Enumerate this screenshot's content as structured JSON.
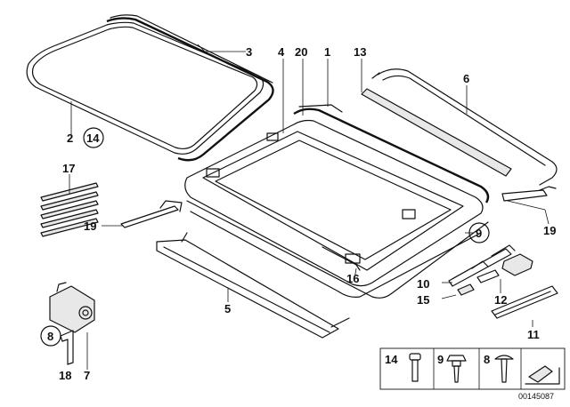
{
  "callouts": {
    "c1": "1",
    "c2": "2",
    "c3": "3",
    "c4": "4",
    "c5": "5",
    "c6": "6",
    "c7": "7",
    "c8": "8",
    "c9": "9",
    "c10": "10",
    "c11": "11",
    "c12": "12",
    "c13": "13",
    "c14": "14",
    "c15": "15",
    "c16": "16",
    "c17": "17",
    "c18": "18",
    "c19a": "19",
    "c19b": "19",
    "c20": "20"
  },
  "legend": {
    "item_14": "14",
    "item_9": "9",
    "item_8": "8"
  },
  "reference_number": "00145087"
}
